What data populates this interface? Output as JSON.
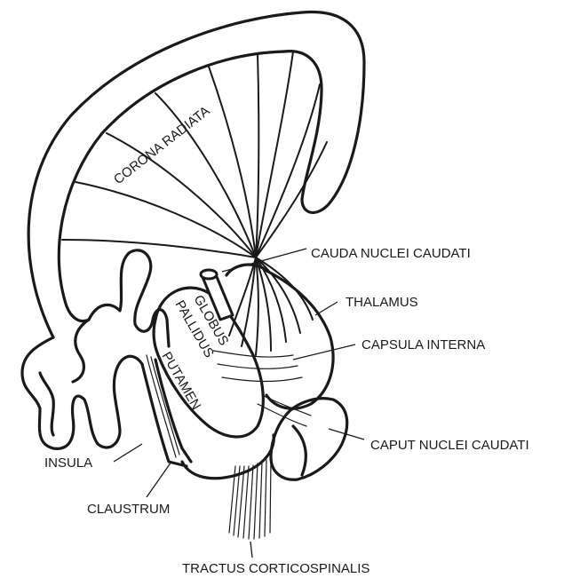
{
  "labels": {
    "corona_radiata": "CORONA RADIATA",
    "cauda_nuclei_caudati": "CAUDA NUCLEI CAUDATI",
    "thalamus": "THALAMUS",
    "capsula_interna": "CAPSULA INTERNA",
    "caput_nuclei_caudati": "CAPUT NUCLEI CAUDATI",
    "globus": "GLOBUS",
    "pallidus": "PALLIDUS",
    "putamen": "PUTAMEN",
    "insula": "INSULA",
    "claustrum": "CLAUSTRUM",
    "tractus_corticospinalis": "TRACTUS CORTICOSPINALIS"
  }
}
